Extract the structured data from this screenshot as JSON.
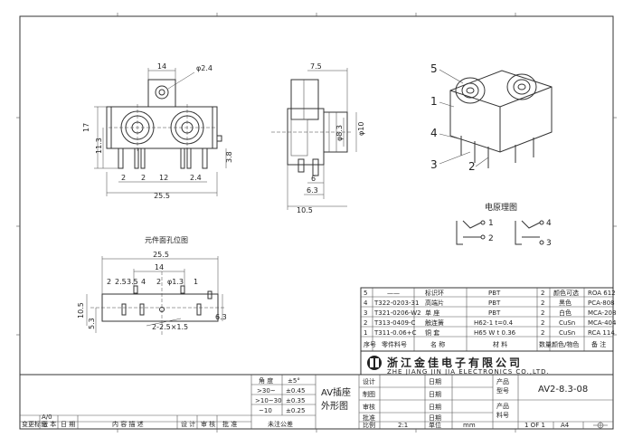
{
  "front_view": {
    "width_top": "14",
    "hole_dia": "φ2.4",
    "height_17": "17",
    "height_11_3": "11.3",
    "pitch_left": "2",
    "pitch_mid": "2",
    "pitch_mid2": "12",
    "pitch_right": "2.4",
    "total_width": "25.5",
    "pin_len": "3.8"
  },
  "side_view": {
    "top_dim": "7.5",
    "dia_10": "φ10",
    "dia_8": "φ8.3",
    "bottom_6": "6",
    "bottom_6_3": "6.3",
    "bottom_10_5": "10.5"
  },
  "iso_callouts": [
    "5",
    "1",
    "4",
    "3",
    "2"
  ],
  "schematic": {
    "title": "电原理图",
    "left_pins": [
      "1",
      "2"
    ],
    "right_pins": [
      "4",
      "3"
    ]
  },
  "pcb_layout": {
    "title": "元件面孔位图",
    "w_25_5": "25.5",
    "w_14": "14",
    "dims_top": [
      "2",
      "2.5",
      "3.5",
      "4",
      "2",
      "φ1.3",
      "1"
    ],
    "left_h": "10.5",
    "left_h2": "5.3",
    "bottom": "2-2.5×1.5",
    "right_h": "6.3"
  },
  "bom": {
    "rows": [
      {
        "no": "5",
        "code": "——",
        "name": "标识环",
        "spec": "PBT",
        "qty": "2",
        "remark": "颜色可选",
        "color": "ROA 612"
      },
      {
        "no": "4",
        "code": "T322-0203-31",
        "name": "高端片",
        "spec": "PBT",
        "qty": "2",
        "remark": "黑色",
        "color": "PCA-808"
      },
      {
        "no": "3",
        "code": "T321-0206-W2",
        "name": "单 座",
        "spec": "PBT",
        "qty": "2",
        "remark": "白色",
        "color": "MCA-208"
      },
      {
        "no": "2",
        "code": "T313-0409-C",
        "name": "触连簧",
        "spec": "H62-1 t=0.4",
        "qty": "2",
        "remark": "CuSn",
        "color": "MCA-404"
      },
      {
        "no": "1",
        "code": "T311-0.06+C",
        "name": "铜 套",
        "spec": "H65 W t 0.36",
        "qty": "2",
        "remark": "CuSn",
        "color": "RCA 114"
      }
    ],
    "header": {
      "no": "序号",
      "code": "零件料号",
      "name": "名 称",
      "spec": "材 料",
      "qty": "数量",
      "remark": "颜色/物色",
      "color": "备 注"
    }
  },
  "company": {
    "cn": "浙江金佳电子有限公司",
    "en": "ZHE  JIANG  JIN  JIA  ELECTRONICS  CO.,LTD."
  },
  "tolerance": {
    "rows": [
      {
        "label": "角 度",
        "val": "±5°"
      },
      {
        "label": ">30~",
        "val": "±0.45"
      },
      {
        "label": ">10~30",
        "val": "±0.35"
      },
      {
        "label": "~10",
        "val": "±0.25"
      }
    ],
    "footer": "未注公差"
  },
  "title_block": {
    "product_name": "AV插座\n外形图",
    "product_name_l1": "AV插座",
    "product_name_l2": "外形图",
    "drawing_no": "AV2-8.3-08",
    "design": "设计",
    "draw": "制图",
    "check": "审核",
    "approve": "批准",
    "date": "日期",
    "product_label": "产品",
    "model_label": "型号",
    "code_label": "产品",
    "code_label2": "料号",
    "scale_label": "比例",
    "scale_val": "2:1",
    "unit_label": "单位",
    "unit_val": "mm",
    "sheet": "1 OF 1",
    "size": "A4"
  },
  "revision": {
    "ver": "A/0",
    "headers": [
      "变更标记",
      "版 本",
      "日 期",
      "内 容 描 述",
      "设 计",
      "审 核",
      "批 准"
    ]
  }
}
